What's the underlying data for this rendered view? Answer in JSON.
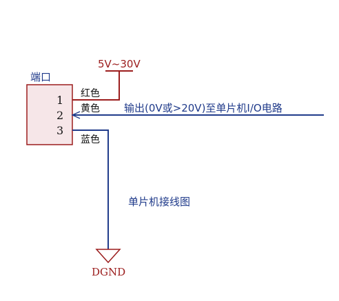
{
  "connector": {
    "title": "端口",
    "pins": [
      {
        "number": "1",
        "wire_label": "红色"
      },
      {
        "number": "2",
        "wire_label": "黄色"
      },
      {
        "number": "3",
        "wire_label": "蓝色"
      }
    ],
    "fill": "#f6e6e8",
    "border": "#9b1c1c"
  },
  "power": {
    "label": "5V~30V",
    "color": "#9b1c1c"
  },
  "signal": {
    "label": "输出(0V或>20V)至单片机I/O电路"
  },
  "ground": {
    "label": "DGND",
    "color": "#9b1c1c"
  },
  "caption": "单片机接线图",
  "colors": {
    "wire": "#1f3a8a",
    "red": "#9b1c1c"
  }
}
